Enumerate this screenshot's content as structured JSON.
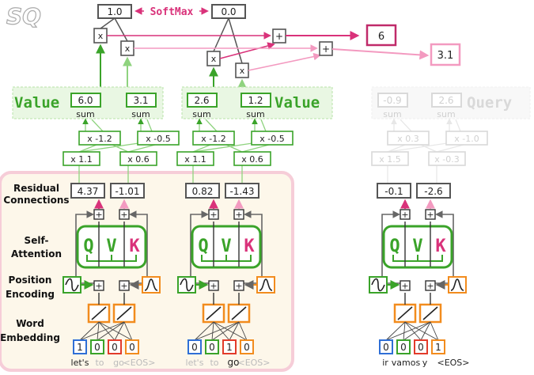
{
  "softmax": {
    "label": "SoftMax",
    "outputs": [
      "1.0",
      "0.0"
    ]
  },
  "ops": {
    "multiply": "x",
    "add": "+"
  },
  "results": {
    "main": "6",
    "secondary": "3.1"
  },
  "value_sections": [
    {
      "label": "Value",
      "values": [
        "6.0",
        "3.1"
      ]
    },
    {
      "label": "Value",
      "values": [
        "2.6",
        "1.2"
      ]
    }
  ],
  "query_section": {
    "label": "Query",
    "values": [
      "-0.9",
      "2.6"
    ]
  },
  "sum_label": "sum",
  "value_weights": {
    "top": [
      "x -1.2",
      "x -0.5"
    ],
    "bottom": [
      "x 1.1",
      "x 0.6"
    ]
  },
  "query_weights": {
    "top": [
      "x 0.3",
      "x -1.0"
    ],
    "bottom": [
      "x 1.5",
      "x -0.3"
    ]
  },
  "residual_values": [
    [
      "4.37",
      "-1.01"
    ],
    [
      "0.82",
      "-1.43"
    ],
    [
      "-0.1",
      "-2.6"
    ]
  ],
  "row_labels": {
    "residual": [
      "Residual",
      "Connections"
    ],
    "attention": [
      "Self-",
      "Attention"
    ],
    "position": [
      "Position",
      "Encoding"
    ],
    "embedding": [
      "Word",
      "Embedding"
    ]
  },
  "qvk": [
    "Q",
    "V",
    "K"
  ],
  "inputs": [
    {
      "onehot": [
        "1",
        "0",
        "0",
        "0"
      ],
      "words": [
        "let's",
        "to",
        "go",
        "<EOS>"
      ],
      "active": 0
    },
    {
      "onehot": [
        "0",
        "0",
        "1",
        "0"
      ],
      "words": [
        "let's",
        "to",
        "go",
        "<EOS>"
      ],
      "active": 2
    },
    {
      "onehot": [
        "0",
        "0",
        "0",
        "1"
      ],
      "words": [
        "ir",
        "vamos",
        "y",
        "<EOS>"
      ],
      "active": 3
    }
  ],
  "logo": "SQ",
  "colors": {
    "green": "#3aa329",
    "light_green": "#8fd37f",
    "pink": "#d9327a",
    "light_pink": "#f39ac0",
    "orange": "#f28c1e",
    "blue": "#2f6fd6",
    "red": "#e23b2b",
    "panel_bg": "#fdf7ea",
    "panel_border": "#f6cdd8",
    "value_bg": "#e9f7e3"
  }
}
